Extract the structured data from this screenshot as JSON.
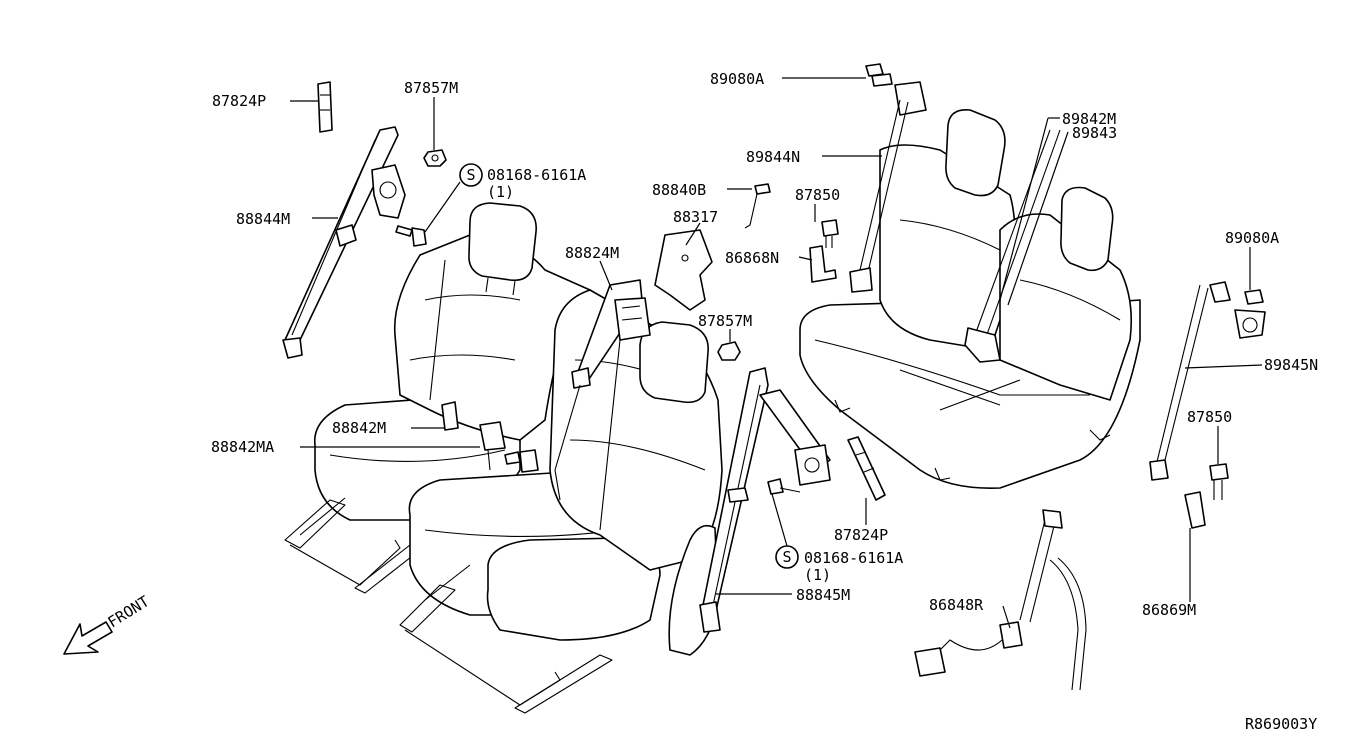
{
  "labels": {
    "p87824P_a": "87824P",
    "p87857M_a": "87857M",
    "s08168_a": "08168-6161A",
    "s08168_a_qty": "(1)",
    "p88844M": "88844M",
    "p88840B": "88840B",
    "p88317": "88317",
    "p88824M": "88824M",
    "p87850_a": "87850",
    "p86868N": "86868N",
    "p87857M_b": "87857M",
    "p89080A_a": "89080A",
    "p89844N": "89844N",
    "p89842M": "89842M",
    "p89843": "89843",
    "p89080A_b": "89080A",
    "p89845N": "89845N",
    "p87850_b": "87850",
    "p88842M": "88842M",
    "p88842MA": "88842MA",
    "p87824P_b": "87824P",
    "s08168_b": "08168-6161A",
    "s08168_b_qty": "(1)",
    "p88845M": "88845M",
    "p86848R": "86848R",
    "p86869M": "86869M",
    "screw_symbol": "S",
    "front": "FRONT",
    "diagram_id": "R869003Y"
  }
}
